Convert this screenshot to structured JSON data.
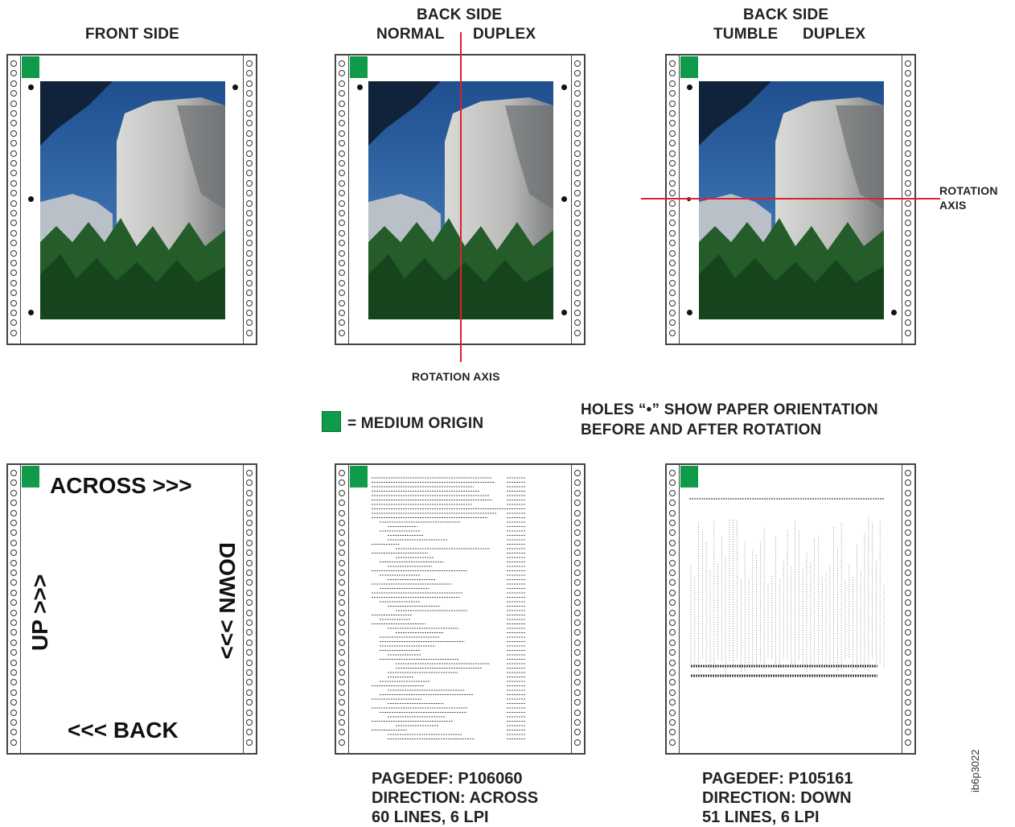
{
  "headers": {
    "front": "FRONT SIDE",
    "back_normal_line1": "BACK SIDE",
    "back_normal_line2a": "NORMAL",
    "back_normal_line2b": "DUPLEX",
    "back_tumble_line1": "BACK SIDE",
    "back_tumble_line2a": "TUMBLE",
    "back_tumble_line2b": "DUPLEX"
  },
  "rotation_axis_vertical": "ROTATION AXIS",
  "rotation_axis_horizontal_line1": "ROTATION",
  "rotation_axis_horizontal_line2": "AXIS",
  "legend": {
    "text": "= MEDIUM ORIGIN",
    "origin_color": "#0f9b4a"
  },
  "holes_note": {
    "line1": "HOLES “•” SHOW PAPER ORIENTATION",
    "line2": "BEFORE AND AFTER ROTATION"
  },
  "directions": {
    "across": "ACROSS >>>",
    "down": "DOWN >>>",
    "up": "UP >>>",
    "back": "<<< BACK"
  },
  "captions": {
    "across": {
      "line1": "PAGEDEF: P106060",
      "line2": "DIRECTION: ACROSS",
      "line3": "60 LINES, 6 LPI"
    },
    "down": {
      "line1": "PAGEDEF: P105161",
      "line2": "DIRECTION: DOWN",
      "line3": "51 LINES, 6 LPI"
    }
  },
  "figure_id": "ib6p3022",
  "colors": {
    "rotation_axis": "#e0202a",
    "medium_origin": "#0f9b4a"
  }
}
